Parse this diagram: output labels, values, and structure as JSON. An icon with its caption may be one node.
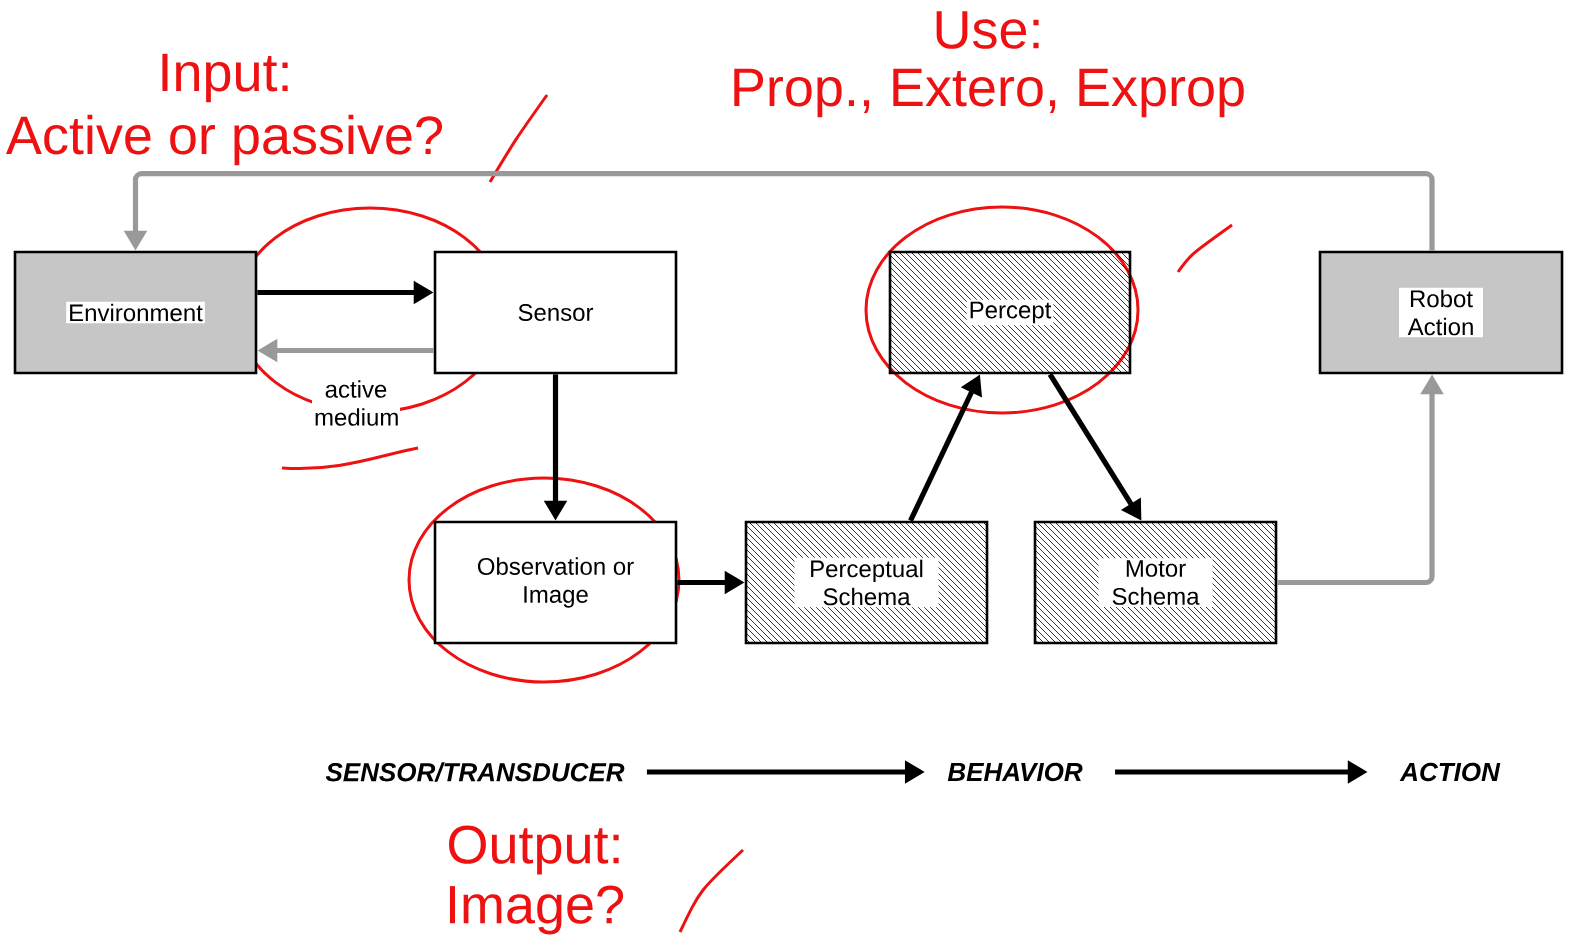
{
  "diagram": {
    "nodes": [
      {
        "text": [
          "Environment"
        ]
      },
      {
        "text": [
          "Sensor"
        ]
      },
      {
        "text": [
          "Observation or Image"
        ]
      },
      {
        "text": [
          "Perceptual Schema"
        ]
      },
      {
        "text": [
          "Percept"
        ]
      },
      {
        "text": [
          "Motor Schema"
        ]
      },
      {
        "text": [
          "Robot Action"
        ]
      },
      {
        "text": [
          "SENSOR/TRANSDUCER"
        ]
      },
      {
        "text": [
          "BEHAVIOR"
        ]
      },
      {
        "text": [
          "ACTION"
        ]
      }
    ],
    "edges": [
      {
        "from": 0,
        "to": 1,
        "arrow": "to"
      },
      {
        "from": 1,
        "to": 0,
        "arrow": "to",
        "color": "#999999",
        "label": "active medium"
      },
      {
        "from": 1,
        "to": 2,
        "arrow": "to"
      },
      {
        "from": 2,
        "to": 3,
        "arrow": "to"
      },
      {
        "from": 3,
        "to": 4,
        "arrow": "to"
      },
      {
        "from": 4,
        "to": 5,
        "arrow": "to"
      },
      {
        "from": 5,
        "to": 6,
        "arrow": "to",
        "color": "#999999"
      },
      {
        "from": 6,
        "to": 0,
        "arrow": "to",
        "color": "#999999"
      },
      {
        "from": 7,
        "to": 8,
        "arrow": "to"
      },
      {
        "from": 8,
        "to": 9,
        "arrow": "to"
      }
    ],
    "labels": [
      "Input:",
      "Active or passive?",
      "Use:",
      "Prop., Extero, Exprop",
      "Output:",
      "Image?"
    ]
  }
}
